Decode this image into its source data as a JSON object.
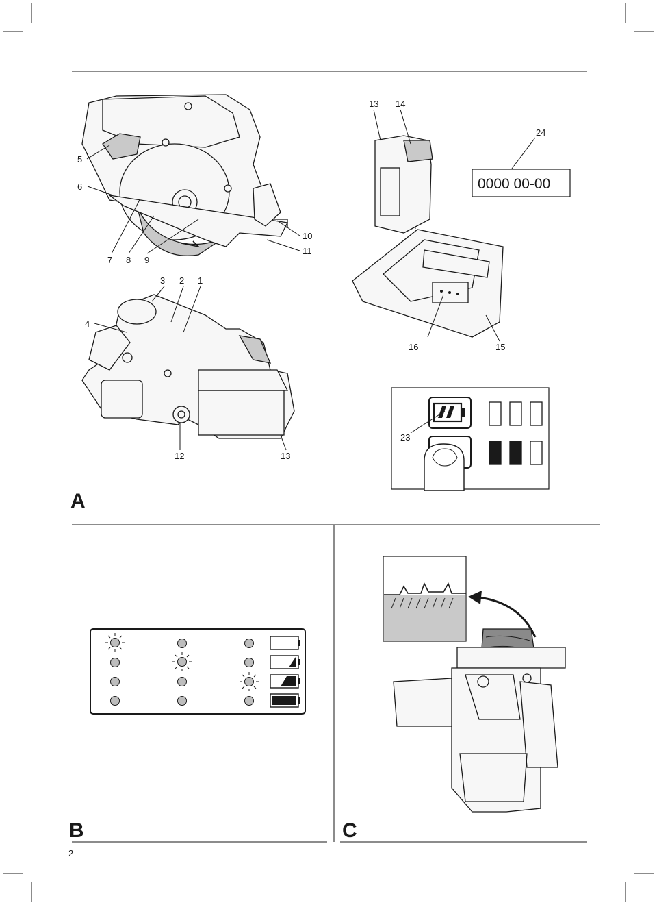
{
  "figure_a": {
    "panel_label": "A",
    "callouts": {
      "c1": "1",
      "c2": "2",
      "c3": "3",
      "c4": "4",
      "c5": "5",
      "c6": "6",
      "c7": "7",
      "c8": "8",
      "c9": "9",
      "c10": "10",
      "c11": "11",
      "c12": "12",
      "c13a": "13",
      "c13b": "13",
      "c14": "14",
      "c15": "15",
      "c16": "16",
      "c23": "23",
      "c24": "24"
    },
    "serial_number": "0000  00-00"
  },
  "figure_b": {
    "panel_label": "B"
  },
  "figure_c": {
    "panel_label": "C"
  },
  "page_number": "2",
  "colors": {
    "line": "#1a1a1a",
    "shade_light": "#c9c9c9",
    "shade_dark": "#8a8a8a"
  },
  "icons": [
    "led-blink-icon",
    "led-off-icon",
    "battery-level-icon",
    "curved-arrow-icon",
    "fingertip-icon"
  ]
}
